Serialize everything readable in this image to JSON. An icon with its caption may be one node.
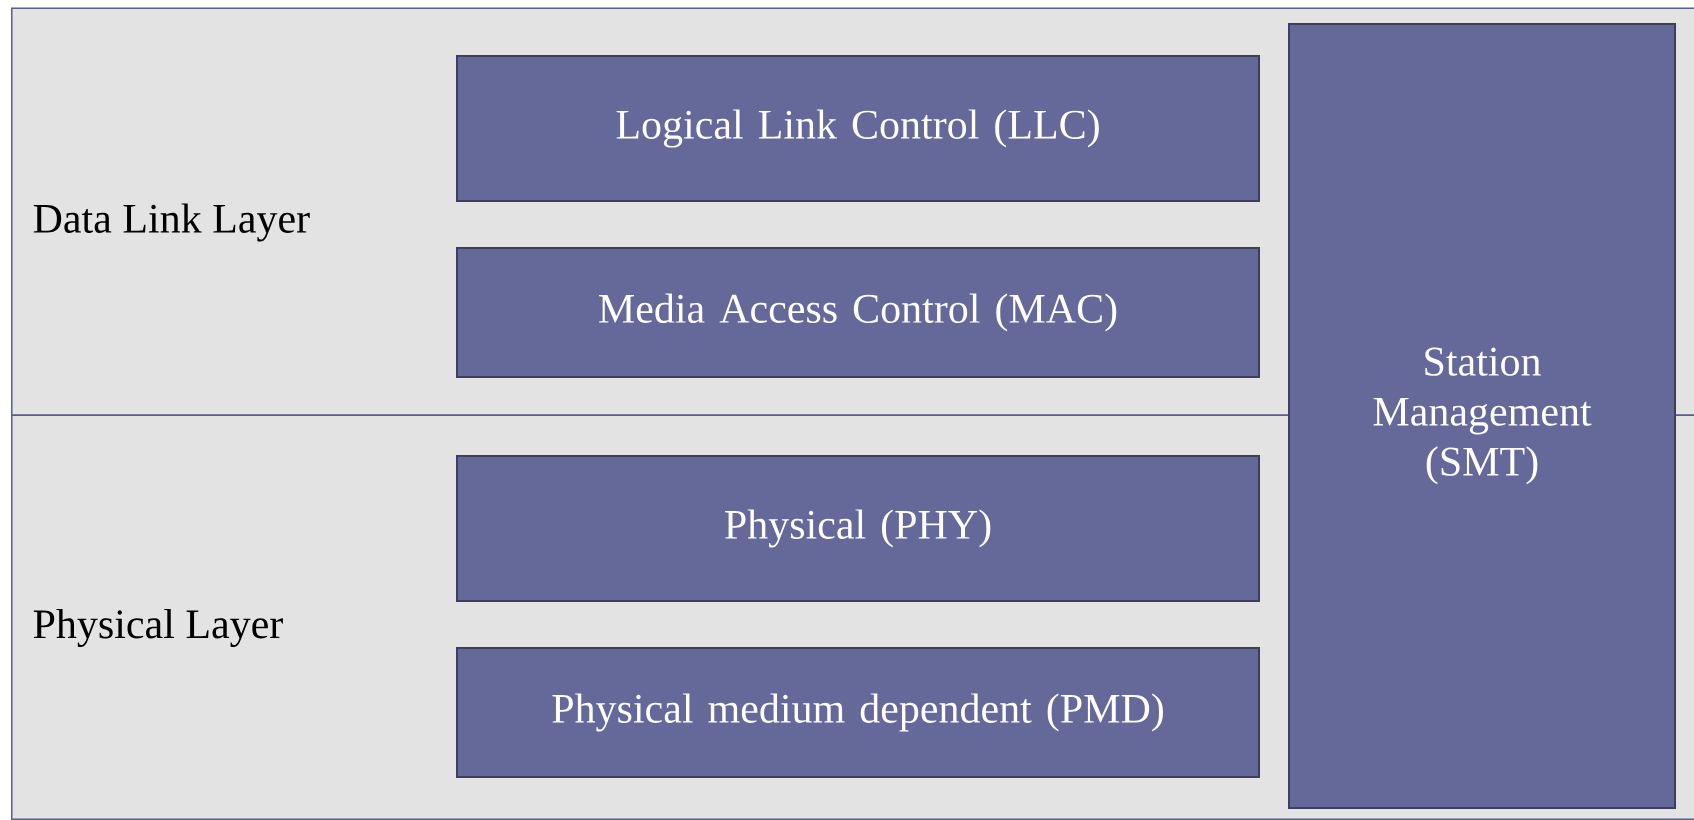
{
  "diagram": {
    "nodes": [
      {
        "text": [
          "Data Link Layer"
        ]
      },
      {
        "text": [
          "Logical Link Control (LLC)"
        ],
        "in": 0
      },
      {
        "text": [
          "Media Access Control (MAC)"
        ],
        "in": 0
      },
      {
        "text": [
          "Physical Layer"
        ]
      },
      {
        "text": [
          "Physical (PHY)"
        ],
        "in": 3
      },
      {
        "text": [
          "Physical medium dependent (PMD)"
        ],
        "in": 3
      },
      {
        "text": [
          "Station Management (SMT)"
        ]
      }
    ]
  }
}
